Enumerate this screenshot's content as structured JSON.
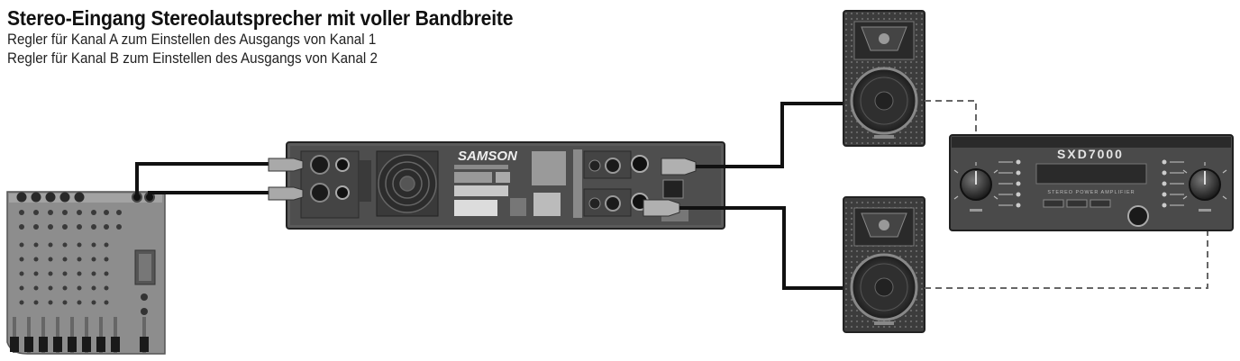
{
  "header": {
    "title": "Stereo-Eingang Stereolautsprecher mit voller Bandbreite",
    "line1": "Regler für Kanal A zum Einstellen des Ausgangs von Kanal 1",
    "line2": "Regler für Kanal B zum Einstellen des Ausgangs von Kanal 2"
  },
  "amplifier_rear": {
    "brand": "SAMSON"
  },
  "amplifier_front": {
    "model": "SXD7000",
    "subtitle": "STEREO POWER AMPLIFIER"
  },
  "colors": {
    "device_body": "#5a5a5a",
    "device_dark": "#1e1e1e",
    "cable": "#111111",
    "speaker_box": "#4a4a4a",
    "dashed_link": "#666666"
  }
}
